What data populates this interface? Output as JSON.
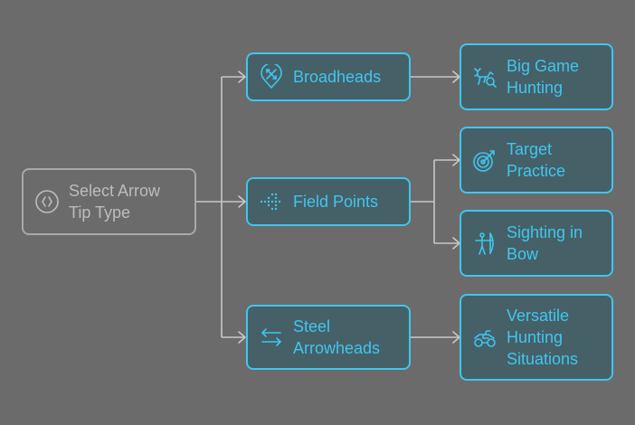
{
  "colors": {
    "background": "#6b6b6b",
    "accent": "#3fc6ee",
    "node_fill": "#466068",
    "root_border": "#a8a8a8",
    "root_text": "#bdbdbd",
    "connector": "#c8c8c8"
  },
  "root": {
    "label": "Select Arrow\nTip Type",
    "icon": "target-circle-icon"
  },
  "categories": [
    {
      "label": "Broadheads",
      "icon": "broadhead-icon"
    },
    {
      "label": "Field Points",
      "icon": "field-point-arrow-icon"
    },
    {
      "label": "Steel\nArrowheads",
      "icon": "exchange-arrows-icon"
    }
  ],
  "uses": [
    {
      "label": "Big Game\nHunting",
      "icon": "animal-search-icon"
    },
    {
      "label": "Target\nPractice",
      "icon": "bullseye-icon"
    },
    {
      "label": "Sighting in\nBow",
      "icon": "archer-icon"
    },
    {
      "label": "Versatile\nHunting\nSituations",
      "icon": "atv-icon"
    }
  ]
}
